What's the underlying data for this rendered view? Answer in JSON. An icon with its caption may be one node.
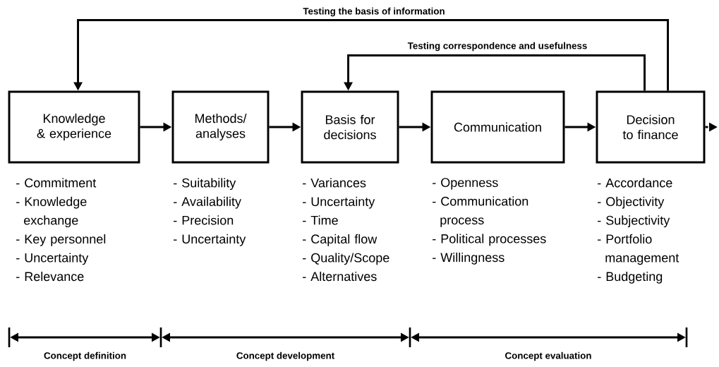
{
  "diagram": {
    "nodes": [
      {
        "text": [
          "Knowledge & experience"
        ],
        "beside": [
          "- Commitment",
          "- Knowledge exchange",
          "- Key personnel",
          "- Uncertainty",
          "- Relevance"
        ]
      },
      {
        "text": [
          "Methods/ analyses"
        ],
        "beside": [
          "- Suitability",
          "- Availability",
          "- Precision",
          "- Uncertainty"
        ]
      },
      {
        "text": [
          "Basis for decisions"
        ],
        "beside": [
          "- Variances",
          "- Uncertainty",
          "- Time",
          "- Capital flow",
          "- Quality/Scope",
          "- Alternatives"
        ]
      },
      {
        "text": [
          "Communication"
        ],
        "beside": [
          "- Openness",
          "- Communication process",
          "- Political processes",
          "- Willingness"
        ]
      },
      {
        "text": [
          "Decision to finance"
        ],
        "beside": [
          "- Accordance",
          "- Objectivity",
          "- Subjectivity",
          "- Portfolio management",
          "- Budgeting"
        ]
      }
    ],
    "edges": [
      {
        "from": 0,
        "to": 1,
        "arrow": "to"
      },
      {
        "from": 1,
        "to": 2,
        "arrow": "to"
      },
      {
        "from": 2,
        "to": 3,
        "arrow": "to"
      },
      {
        "from": 3,
        "to": 4,
        "arrow": "to"
      },
      {
        "from": 4,
        "to": 0,
        "arrow": "to",
        "label": "Testing the basis of information"
      },
      {
        "from": 4,
        "to": 2,
        "arrow": "to",
        "label": "Testing correspondence and usefulness"
      },
      {
        "from": 4,
        "to": null,
        "arrow": "to",
        "style": "dashed"
      }
    ],
    "labels": [
      "Concept definition",
      "Concept development",
      "Concept evaluation"
    ]
  }
}
